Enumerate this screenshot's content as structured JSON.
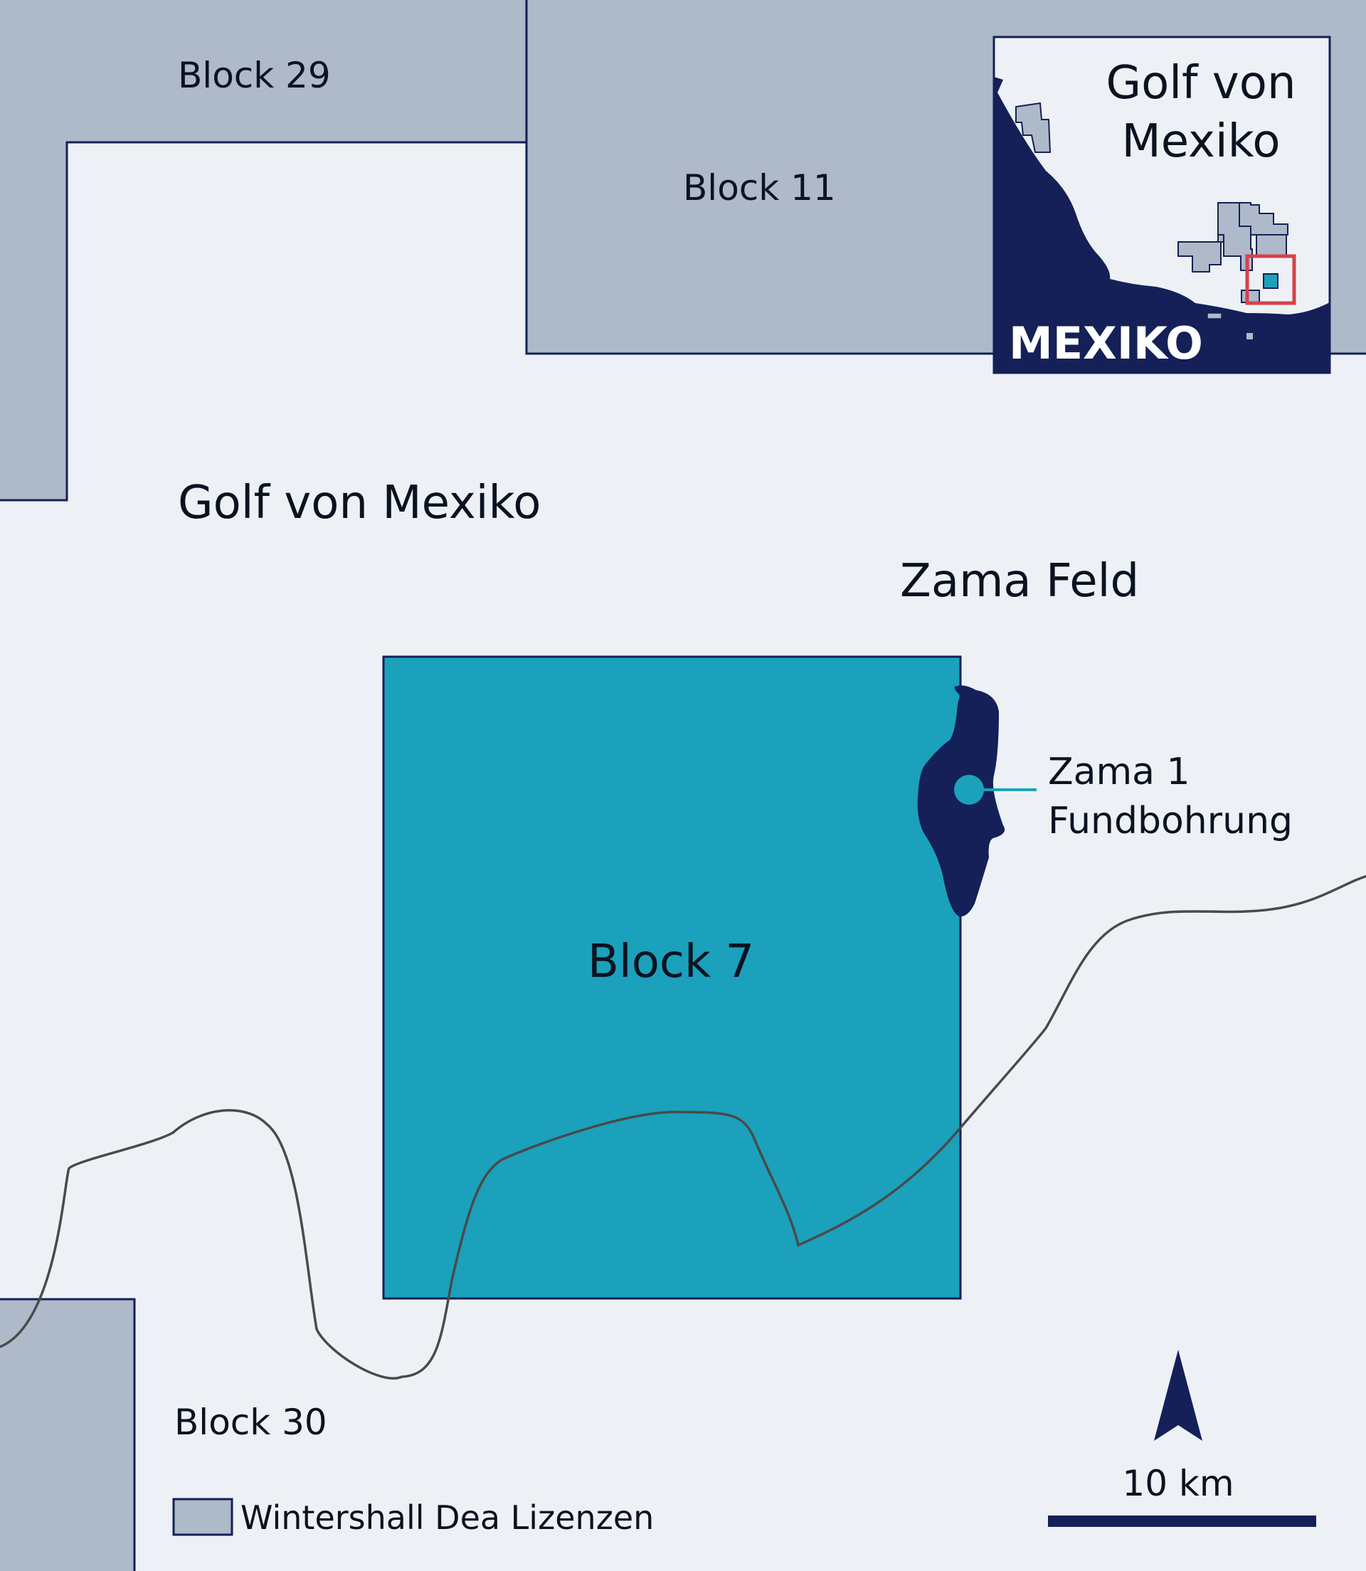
{
  "map": {
    "colors": {
      "sea": "#edf1f5",
      "license": "#aeb9c9",
      "block7": "#1ba1bb",
      "field": "#142057",
      "border": "#142057",
      "bathymetry_line": "#4a4a4a",
      "inset_land": "#142057",
      "inset_highlight": "#d6424b"
    },
    "labels": {
      "block29": "Block 29",
      "block11": "Block 11",
      "block30": "Block 30",
      "block7": "Block 7",
      "region": "Golf von Mexiko",
      "field": "Zama Feld",
      "well_line1": "Zama 1",
      "well_line2": "Fundbohrung"
    },
    "inset": {
      "title_line1": "Golf von",
      "title_line2": "Mexiko",
      "country": "MEXIKO"
    },
    "legend": {
      "label": "Wintershall Dea Lizenzen"
    },
    "scale": {
      "label": "10 km"
    },
    "icons": {
      "north_arrow": "north-arrow-icon",
      "well_marker": "well-marker-icon"
    }
  }
}
